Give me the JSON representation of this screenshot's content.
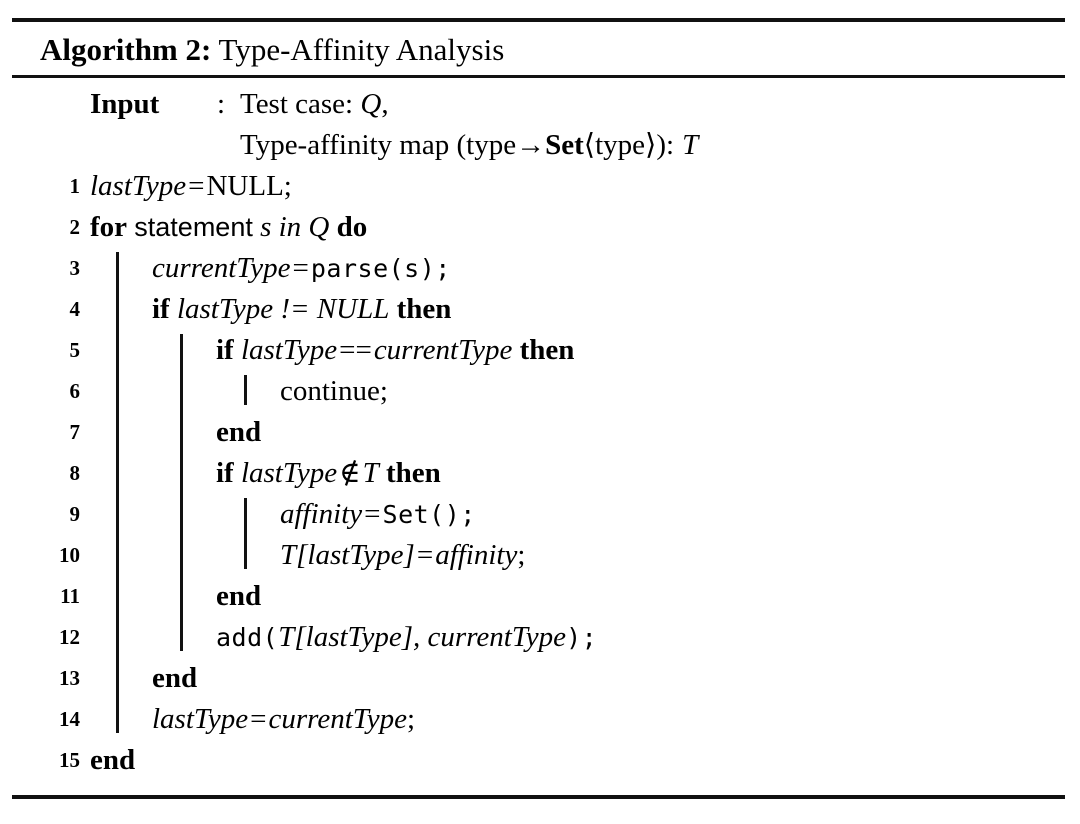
{
  "algorithm": {
    "caption": "Algorithm 2:",
    "name": "Type-Affinity Analysis",
    "input_label": "Input",
    "input_colon": ":",
    "input_lines": [
      {
        "prefix": "Test case: ",
        "var": "Q",
        "suffix": ","
      },
      {
        "prefix": "Type-affinity map (type",
        "arrow": "→",
        "set_word": "Set",
        "angle_open": "⟨",
        "inner_type": "type",
        "angle_close": "⟩",
        "close_paren": "):",
        "var": "T"
      }
    ],
    "lines": [
      {
        "no": "1",
        "indent": 0,
        "tokens": [
          {
            "t": "var",
            "s": "lastType"
          },
          {
            "t": "op",
            "s": "="
          },
          {
            "t": "rm",
            "s": "NULL;"
          }
        ]
      },
      {
        "no": "2",
        "indent": 0,
        "tokens": [
          {
            "t": "kw",
            "s": "for"
          },
          {
            "t": "sp",
            "s": " "
          },
          {
            "t": "sans",
            "s": "statement"
          },
          {
            "t": "sp",
            "s": " "
          },
          {
            "t": "var",
            "s": "s in Q"
          },
          {
            "t": "sp",
            "s": " "
          },
          {
            "t": "kw",
            "s": "do"
          }
        ]
      },
      {
        "no": "3",
        "indent": 1,
        "tokens": [
          {
            "t": "var",
            "s": "currentType"
          },
          {
            "t": "op",
            "s": "="
          },
          {
            "t": "mono",
            "s": "parse(s);"
          }
        ]
      },
      {
        "no": "4",
        "indent": 1,
        "tokens": [
          {
            "t": "kw",
            "s": "if"
          },
          {
            "t": "sp",
            "s": " "
          },
          {
            "t": "var",
            "s": "lastType != NULL"
          },
          {
            "t": "sp",
            "s": " "
          },
          {
            "t": "kw",
            "s": "then"
          }
        ]
      },
      {
        "no": "5",
        "indent": 2,
        "tokens": [
          {
            "t": "kw",
            "s": "if"
          },
          {
            "t": "sp",
            "s": " "
          },
          {
            "t": "var",
            "s": "lastType"
          },
          {
            "t": "op",
            "s": "=="
          },
          {
            "t": "var",
            "s": "currentType"
          },
          {
            "t": "sp",
            "s": " "
          },
          {
            "t": "kw",
            "s": "then"
          }
        ]
      },
      {
        "no": "6",
        "indent": 3,
        "tokens": [
          {
            "t": "rm",
            "s": "continue;"
          }
        ]
      },
      {
        "no": "7",
        "indent": 2,
        "tokens": [
          {
            "t": "kw",
            "s": "end"
          }
        ]
      },
      {
        "no": "8",
        "indent": 2,
        "tokens": [
          {
            "t": "kw",
            "s": "if"
          },
          {
            "t": "sp",
            "s": " "
          },
          {
            "t": "var",
            "s": "lastType"
          },
          {
            "t": "op",
            "s": "∉"
          },
          {
            "t": "var",
            "s": "T"
          },
          {
            "t": "sp",
            "s": " "
          },
          {
            "t": "kw",
            "s": "then"
          }
        ]
      },
      {
        "no": "9",
        "indent": 3,
        "tokens": [
          {
            "t": "var",
            "s": "affinity"
          },
          {
            "t": "op",
            "s": "="
          },
          {
            "t": "mono",
            "s": "Set();"
          }
        ]
      },
      {
        "no": "10",
        "indent": 3,
        "tokens": [
          {
            "t": "var",
            "s": "T[lastType]"
          },
          {
            "t": "op",
            "s": "="
          },
          {
            "t": "var",
            "s": "affinity"
          },
          {
            "t": "rm",
            "s": ";"
          }
        ]
      },
      {
        "no": "11",
        "indent": 2,
        "tokens": [
          {
            "t": "kw",
            "s": "end"
          }
        ]
      },
      {
        "no": "12",
        "indent": 2,
        "tokens": [
          {
            "t": "mono",
            "s": "add("
          },
          {
            "t": "var",
            "s": "T[lastType], currentType"
          },
          {
            "t": "mono",
            "s": ");"
          }
        ]
      },
      {
        "no": "13",
        "indent": 1,
        "tokens": [
          {
            "t": "kw",
            "s": "end"
          }
        ]
      },
      {
        "no": "14",
        "indent": 1,
        "tokens": [
          {
            "t": "var",
            "s": "lastType"
          },
          {
            "t": "op",
            "s": "="
          },
          {
            "t": "var",
            "s": "currentType"
          },
          {
            "t": "rm",
            "s": ";"
          }
        ]
      },
      {
        "no": "15",
        "indent": 0,
        "tokens": [
          {
            "t": "kw",
            "s": "end"
          }
        ]
      }
    ],
    "guides": [
      {
        "level": 1,
        "from_line": "3",
        "to_line": "14"
      },
      {
        "level": 2,
        "from_line": "5",
        "to_line": "12"
      },
      {
        "level": 3,
        "from_line": "6",
        "to_line": "6"
      },
      {
        "level": 3,
        "from_line": "9",
        "to_line": "10"
      }
    ]
  },
  "colors": {
    "rule": "#111111",
    "text": "#000000",
    "background": "#ffffff"
  }
}
